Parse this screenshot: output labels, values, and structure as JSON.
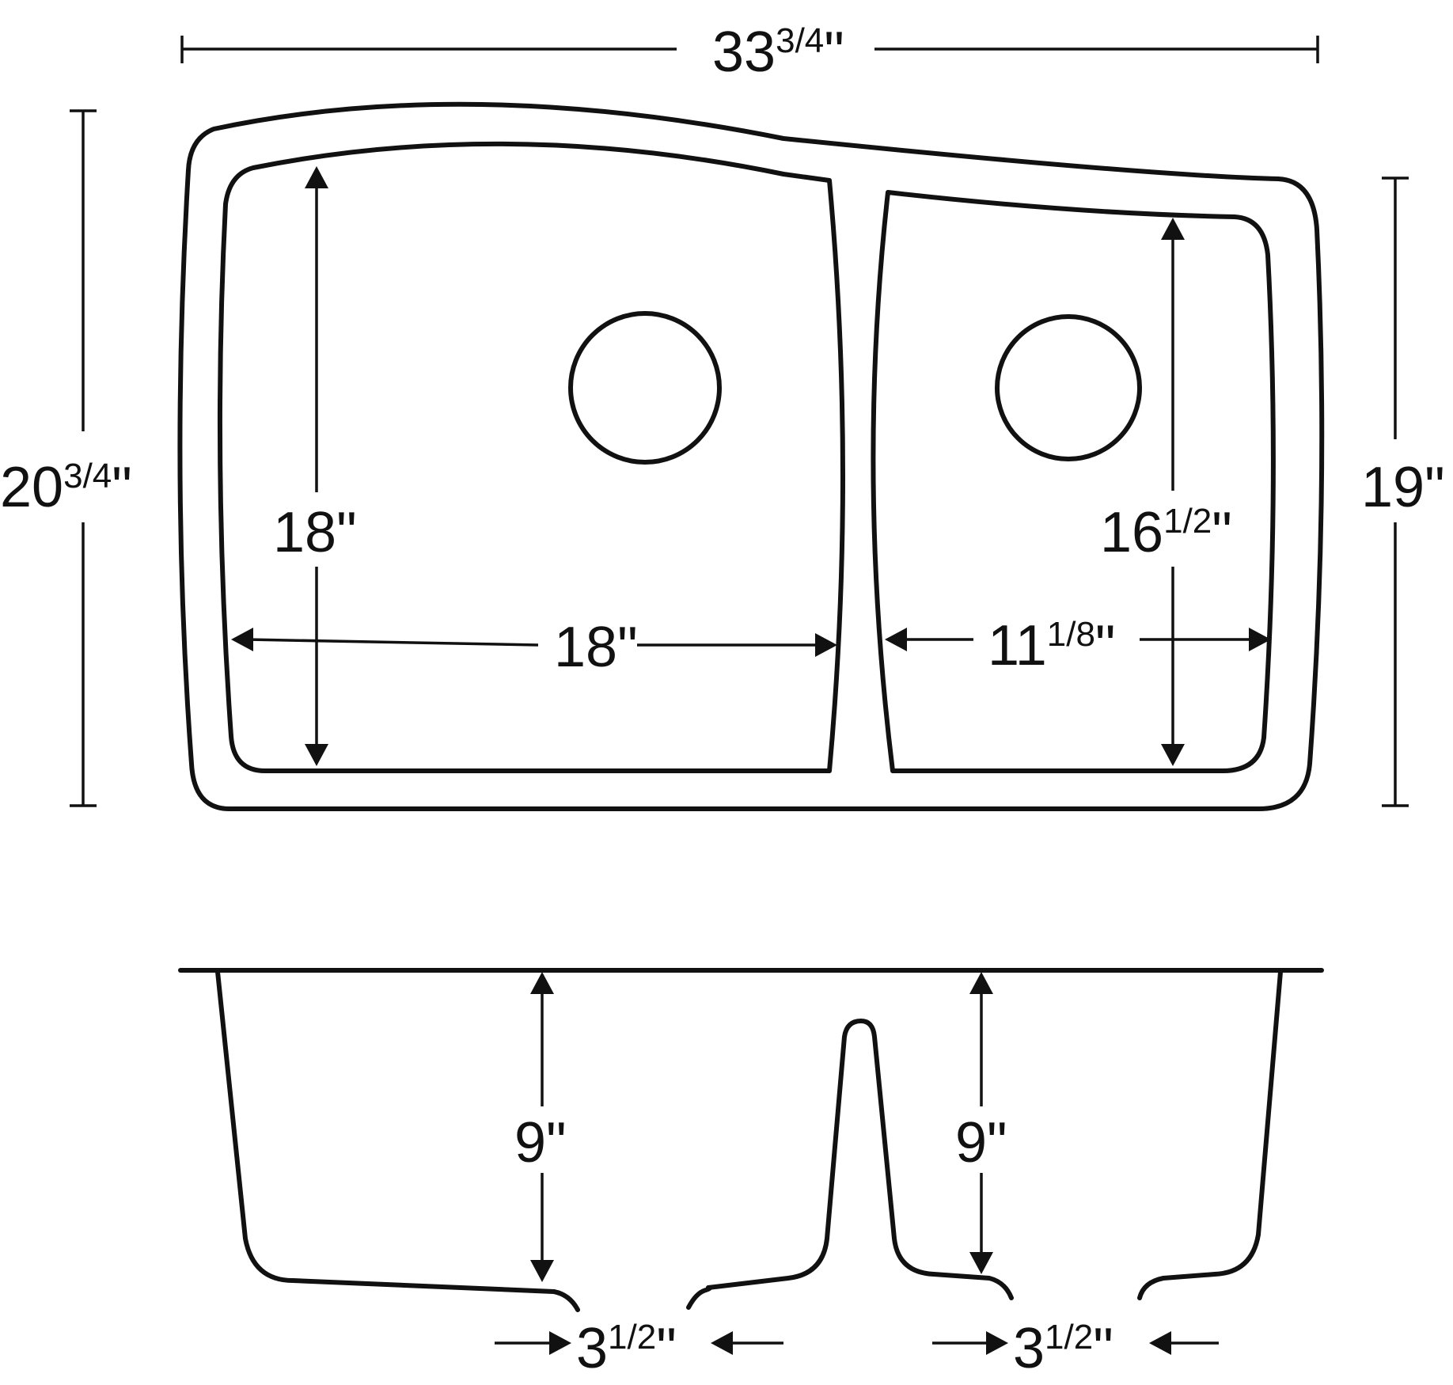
{
  "colors": {
    "line": "#111111",
    "background": "#ffffff"
  },
  "top_view": {
    "overall_width": {
      "main": "33",
      "frac": "3/4",
      "unit": "\""
    },
    "overall_depth": {
      "main": "20",
      "frac": "3/4",
      "unit": "\""
    },
    "bowl_depth_right": {
      "main": "19",
      "unit": "\""
    },
    "left_bowl_length": {
      "main": "18",
      "unit": "\""
    },
    "left_bowl_width": {
      "main": "18",
      "unit": "\""
    },
    "right_bowl_length": {
      "main": "16",
      "frac": "1/2",
      "unit": "\""
    },
    "right_bowl_width": {
      "main": "11",
      "frac": "1/8",
      "unit": "\""
    }
  },
  "side_view": {
    "left_depth": {
      "main": "9",
      "unit": "\""
    },
    "right_depth": {
      "main": "9",
      "unit": "\""
    },
    "left_drain_offset": {
      "main": "3",
      "frac": "1/2",
      "unit": "\""
    },
    "right_drain_offset": {
      "main": "3",
      "frac": "1/2",
      "unit": "\""
    }
  }
}
